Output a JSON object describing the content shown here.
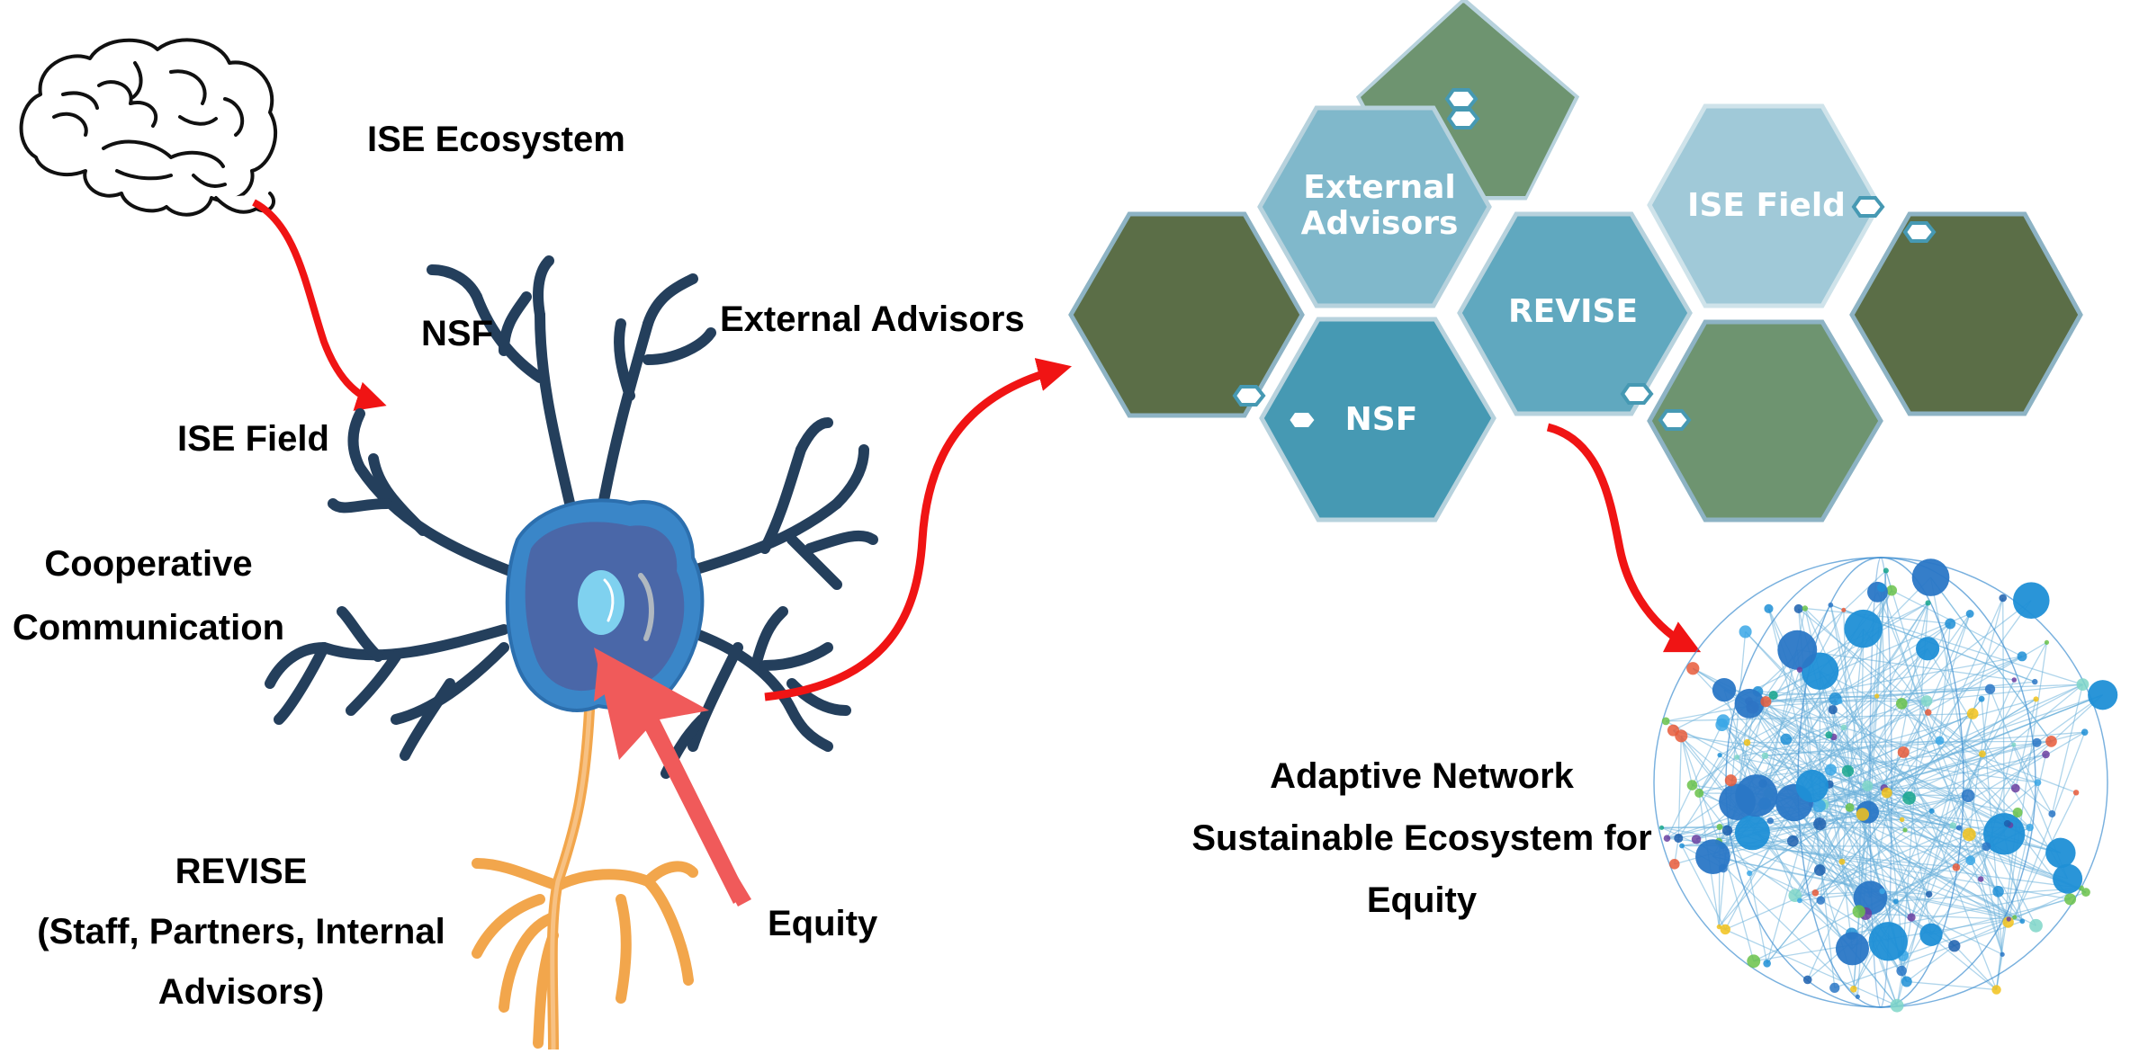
{
  "labels": {
    "ise_ecosystem": "ISE Ecosystem",
    "nsf": "NSF",
    "external_advisors": "External Advisors",
    "ise_field": "ISE Field",
    "cooperative_line1": "Cooperative",
    "cooperative_line2": "Communication",
    "revise_title": "REVISE",
    "revise_line2": "(Staff, Partners, Internal",
    "revise_line3": "Advisors)",
    "equity": "Equity",
    "adaptive_line1": "Adaptive Network",
    "adaptive_line2": "Sustainable Ecosystem for",
    "adaptive_line3": "Equity"
  },
  "hexagons": {
    "external_advisors_line1": "External",
    "external_advisors_line2": "Advisors",
    "ise_field": "ISE Field",
    "revise": "REVISE",
    "nsf": "NSF"
  },
  "colors": {
    "arrow_red": "#f01414",
    "equity_arrow": "#f05a5a",
    "neuron_dark": "#243f5c",
    "soma_outer": "#3a86c8",
    "soma_inner": "#4a67a8",
    "nucleus": "#7fd1ef",
    "axon": "#f2a64c",
    "hex_dark_green": "#5b6e47",
    "hex_green": "#6e9470",
    "hex_light_blue": "#80b8cb",
    "hex_lighter_blue": "#a0c9d8",
    "hex_teal": "#4699b3",
    "hex_mid_teal": "#60a8bf"
  },
  "icons": [
    "brain-icon",
    "neuron-icon",
    "network-globe-icon"
  ]
}
